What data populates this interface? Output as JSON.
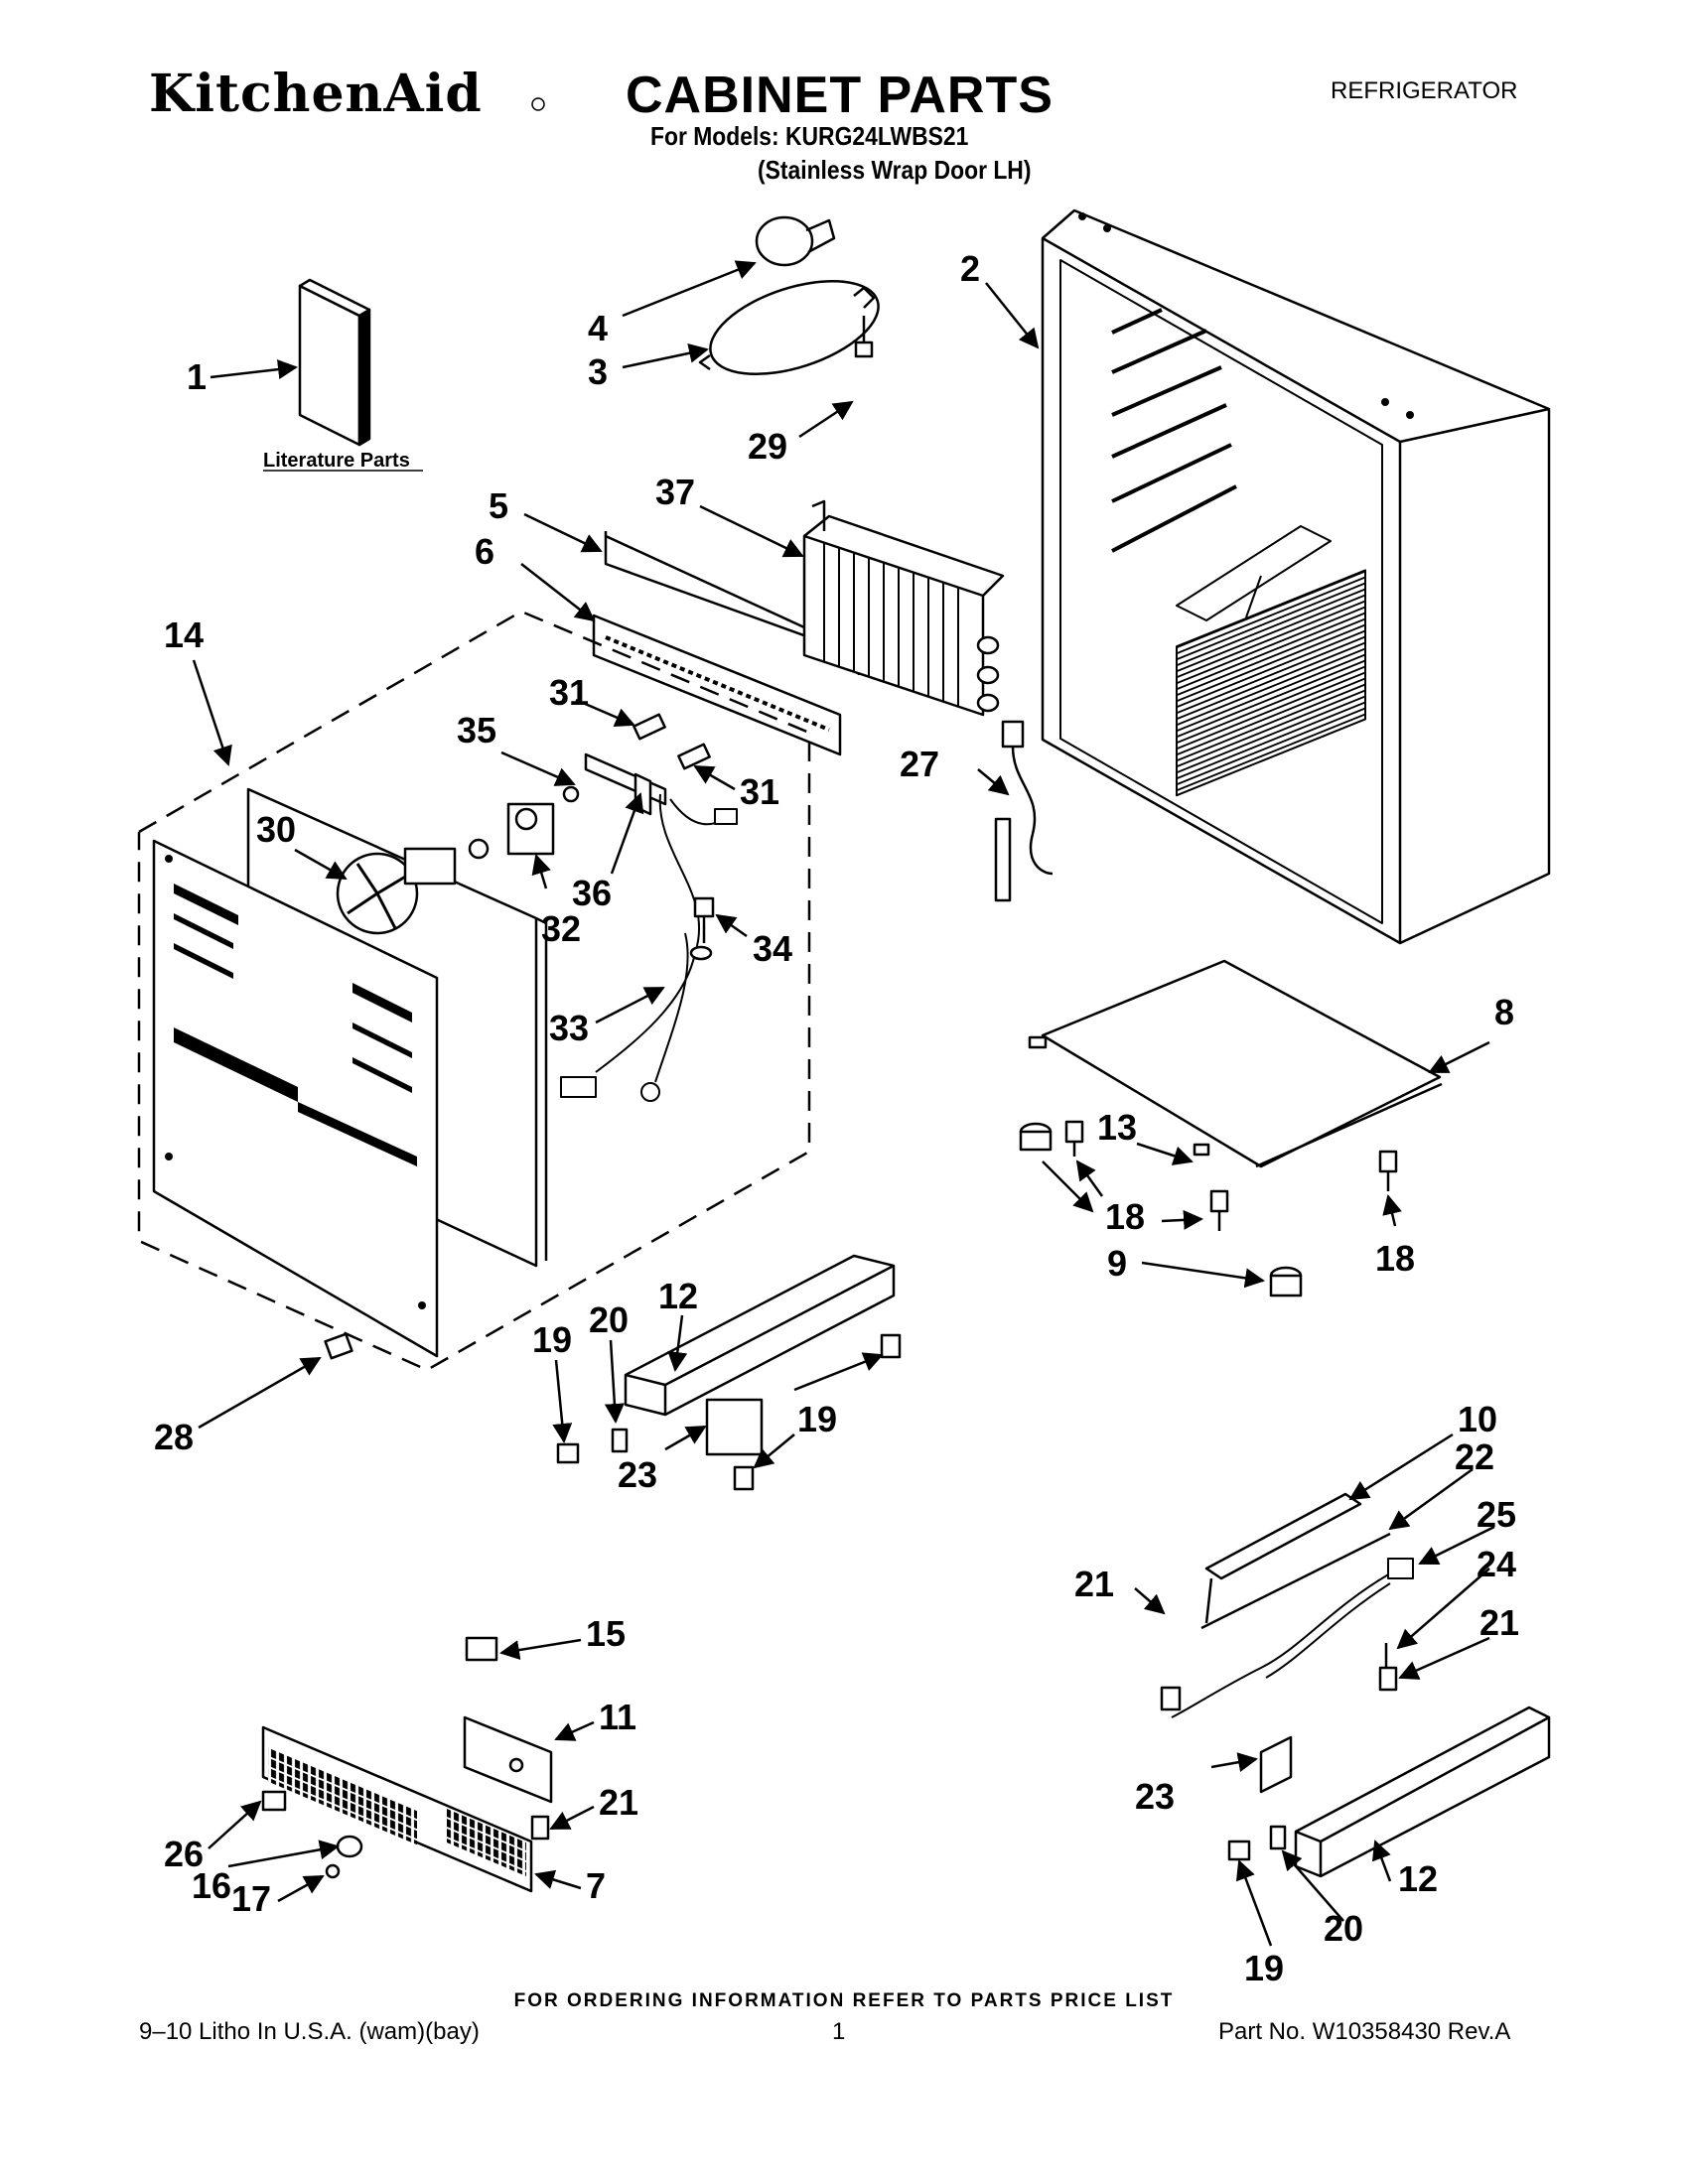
{
  "header": {
    "brand": "KitchenAid",
    "title": "CABINET PARTS",
    "appliance_type": "REFRIGERATOR",
    "models_line": "For Models: KURG24LWBS21",
    "variant_line": "(Stainless Wrap Door LH)"
  },
  "diagram": {
    "literature_label": "Literature Parts",
    "callouts": [
      "1",
      "2",
      "3",
      "4",
      "29",
      "5",
      "37",
      "6",
      "14",
      "31",
      "35",
      "31",
      "30",
      "36",
      "32",
      "27",
      "34",
      "33",
      "8",
      "13",
      "18",
      "9",
      "18",
      "12",
      "20",
      "19",
      "19",
      "28",
      "23",
      "10",
      "22",
      "25",
      "21",
      "24",
      "21",
      "15",
      "11",
      "21",
      "26",
      "16",
      "17",
      "7",
      "23",
      "12",
      "19",
      "20"
    ]
  },
  "footer": {
    "ordering_note": "FOR ORDERING INFORMATION REFER TO PARTS PRICE LIST",
    "litho": "9–10 Litho In U.S.A. (wam)(bay)",
    "page_number": "1",
    "part_number": "Part No. W10358430 Rev.A"
  }
}
